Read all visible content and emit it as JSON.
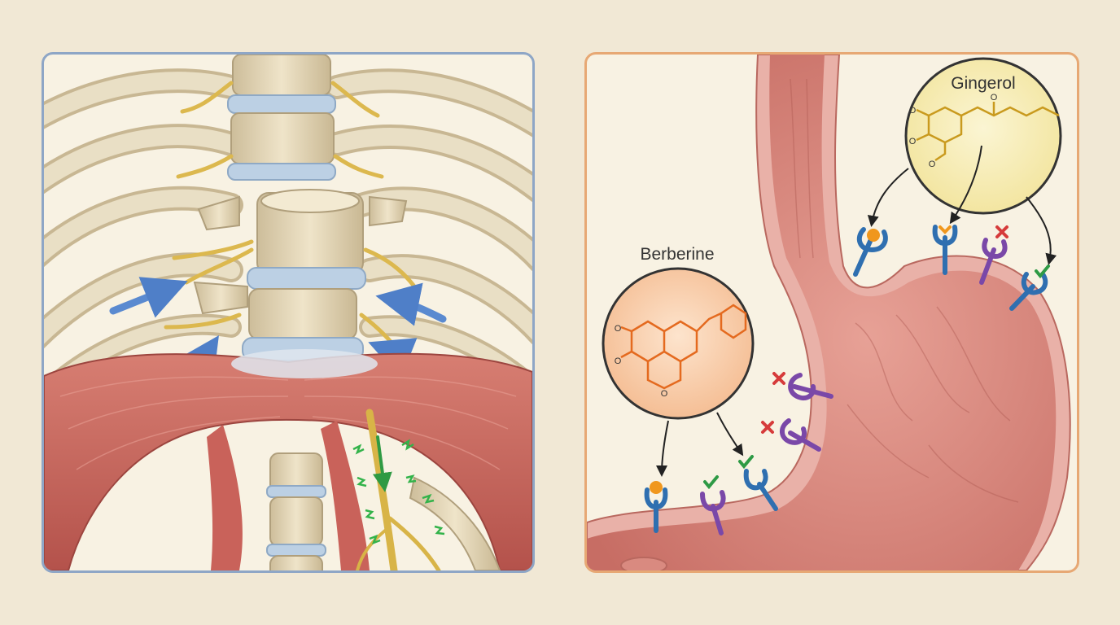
{
  "left_panel": {
    "border_color": "#8ea6c6",
    "background": "#f8f2e3"
  },
  "right_panel": {
    "border_color": "#e7a874",
    "background": "#f8f2e3",
    "molecules": [
      {
        "name": "Gingerol",
        "bubble_color": "#f6ecb4",
        "structure_color": "#c99a1e",
        "atom_labels": [
          "O",
          "O",
          "O",
          "O"
        ]
      },
      {
        "name": "Berberine",
        "bubble_color": "#f6c9a4",
        "structure_color": "#e46a1f",
        "atom_labels": [
          "O",
          "O",
          "O"
        ]
      }
    ],
    "receptor_colors": {
      "blue": "#2f6fb0",
      "purple": "#7a48a8",
      "ligand": "#f0971d",
      "block": "#d63b3b",
      "ok": "#2e9a45"
    }
  },
  "colors": {
    "bone": "#e8dcc0",
    "disc": "#b9cde2",
    "nerve": "#e2c25a",
    "muscle": "#c8655a",
    "stomach": "#d9847b",
    "arrow": "#5a8ad0",
    "signal": "#33b34a"
  }
}
